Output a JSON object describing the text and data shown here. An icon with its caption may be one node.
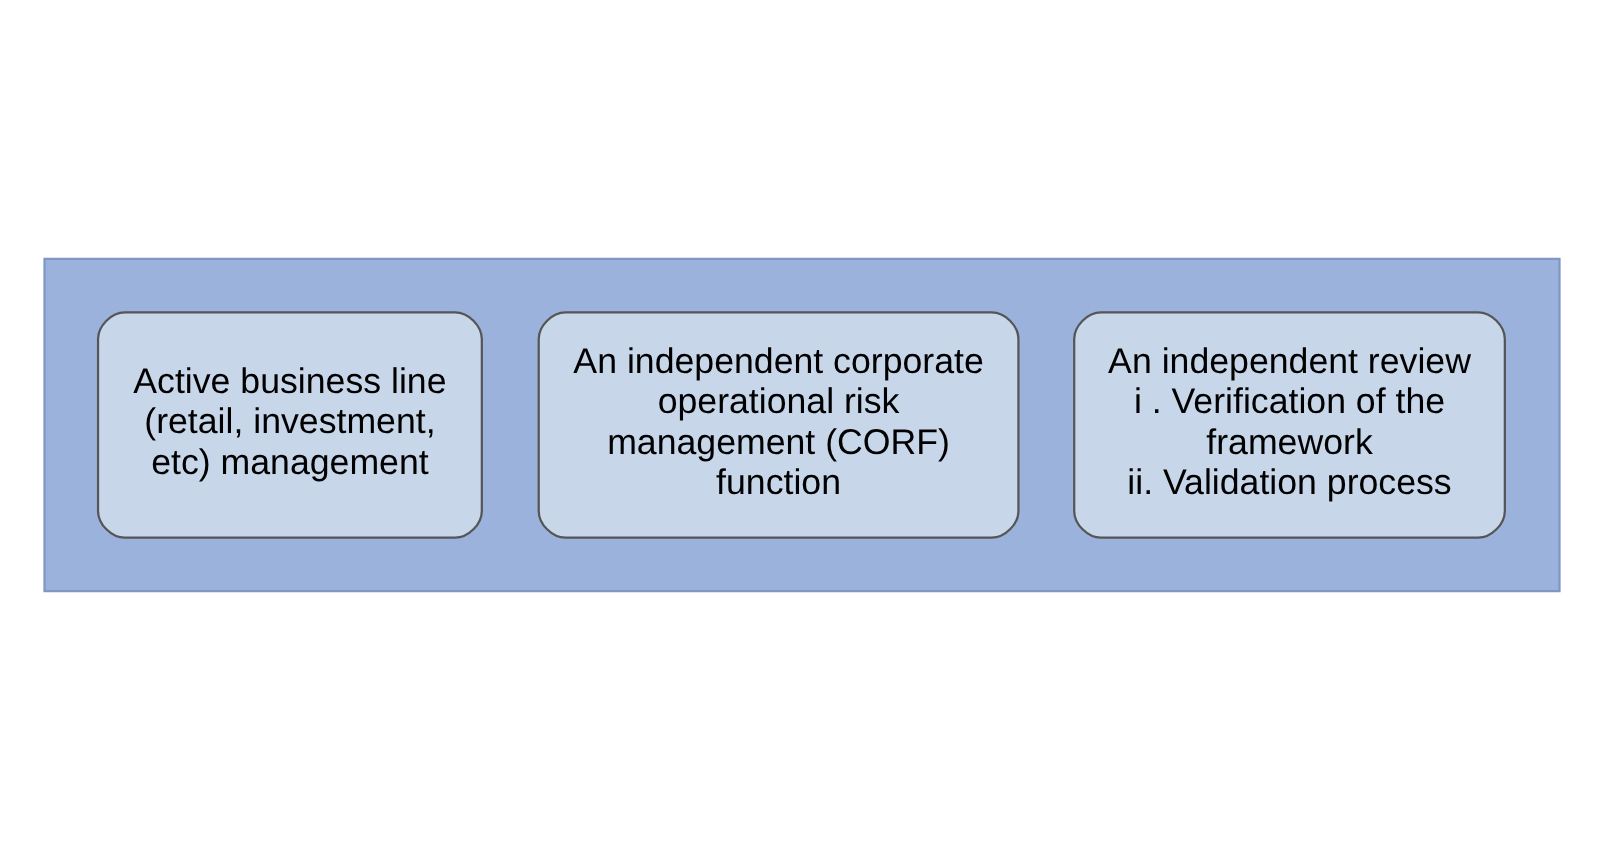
{
  "diagram": {
    "nodes": [
      {
        "text": [],
        "shape": "arrow"
      },
      {
        "text": [
          "Active business line (retail, investment, etc) management"
        ],
        "in": 0
      },
      {
        "text": [
          "An independent corporate operational risk management (CORF) function"
        ],
        "in": 0
      },
      {
        "text": [
          "An independent review",
          "i . Verification of the framework",
          "ii. Validation process"
        ],
        "in": 0
      }
    ]
  }
}
